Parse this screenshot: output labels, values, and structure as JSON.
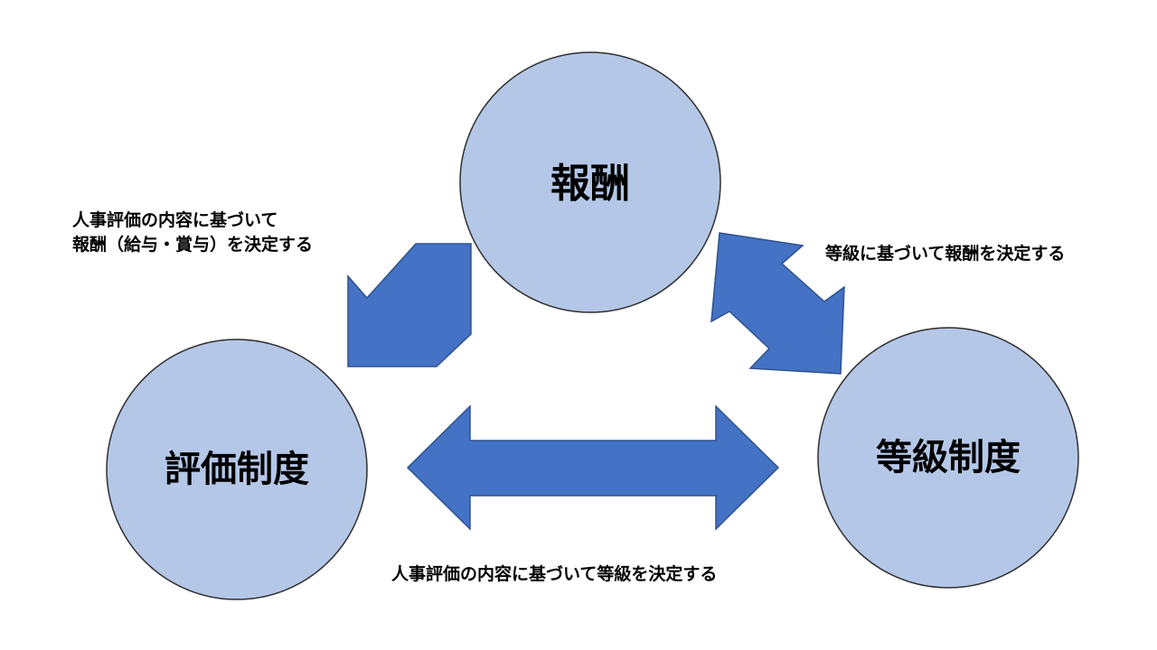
{
  "colors": {
    "node_fill": "#b4c7e7",
    "node_stroke": "#2f2f2f",
    "arrow_fill": "#4472c4",
    "arrow_stroke": "#2f528f",
    "text": "#000000"
  },
  "nodes": {
    "compensation": "報酬",
    "evaluation": "評価制度",
    "grading": "等級制度"
  },
  "relations": {
    "evaluation_compensation": {
      "line1": "人事評価の内容に基づいて",
      "line2": "報酬（給与・賞与）を決定する"
    },
    "grading_compensation": "等級に基づいて報酬を決定する",
    "evaluation_grading": "人事評価の内容に基づいて等級を決定する"
  }
}
